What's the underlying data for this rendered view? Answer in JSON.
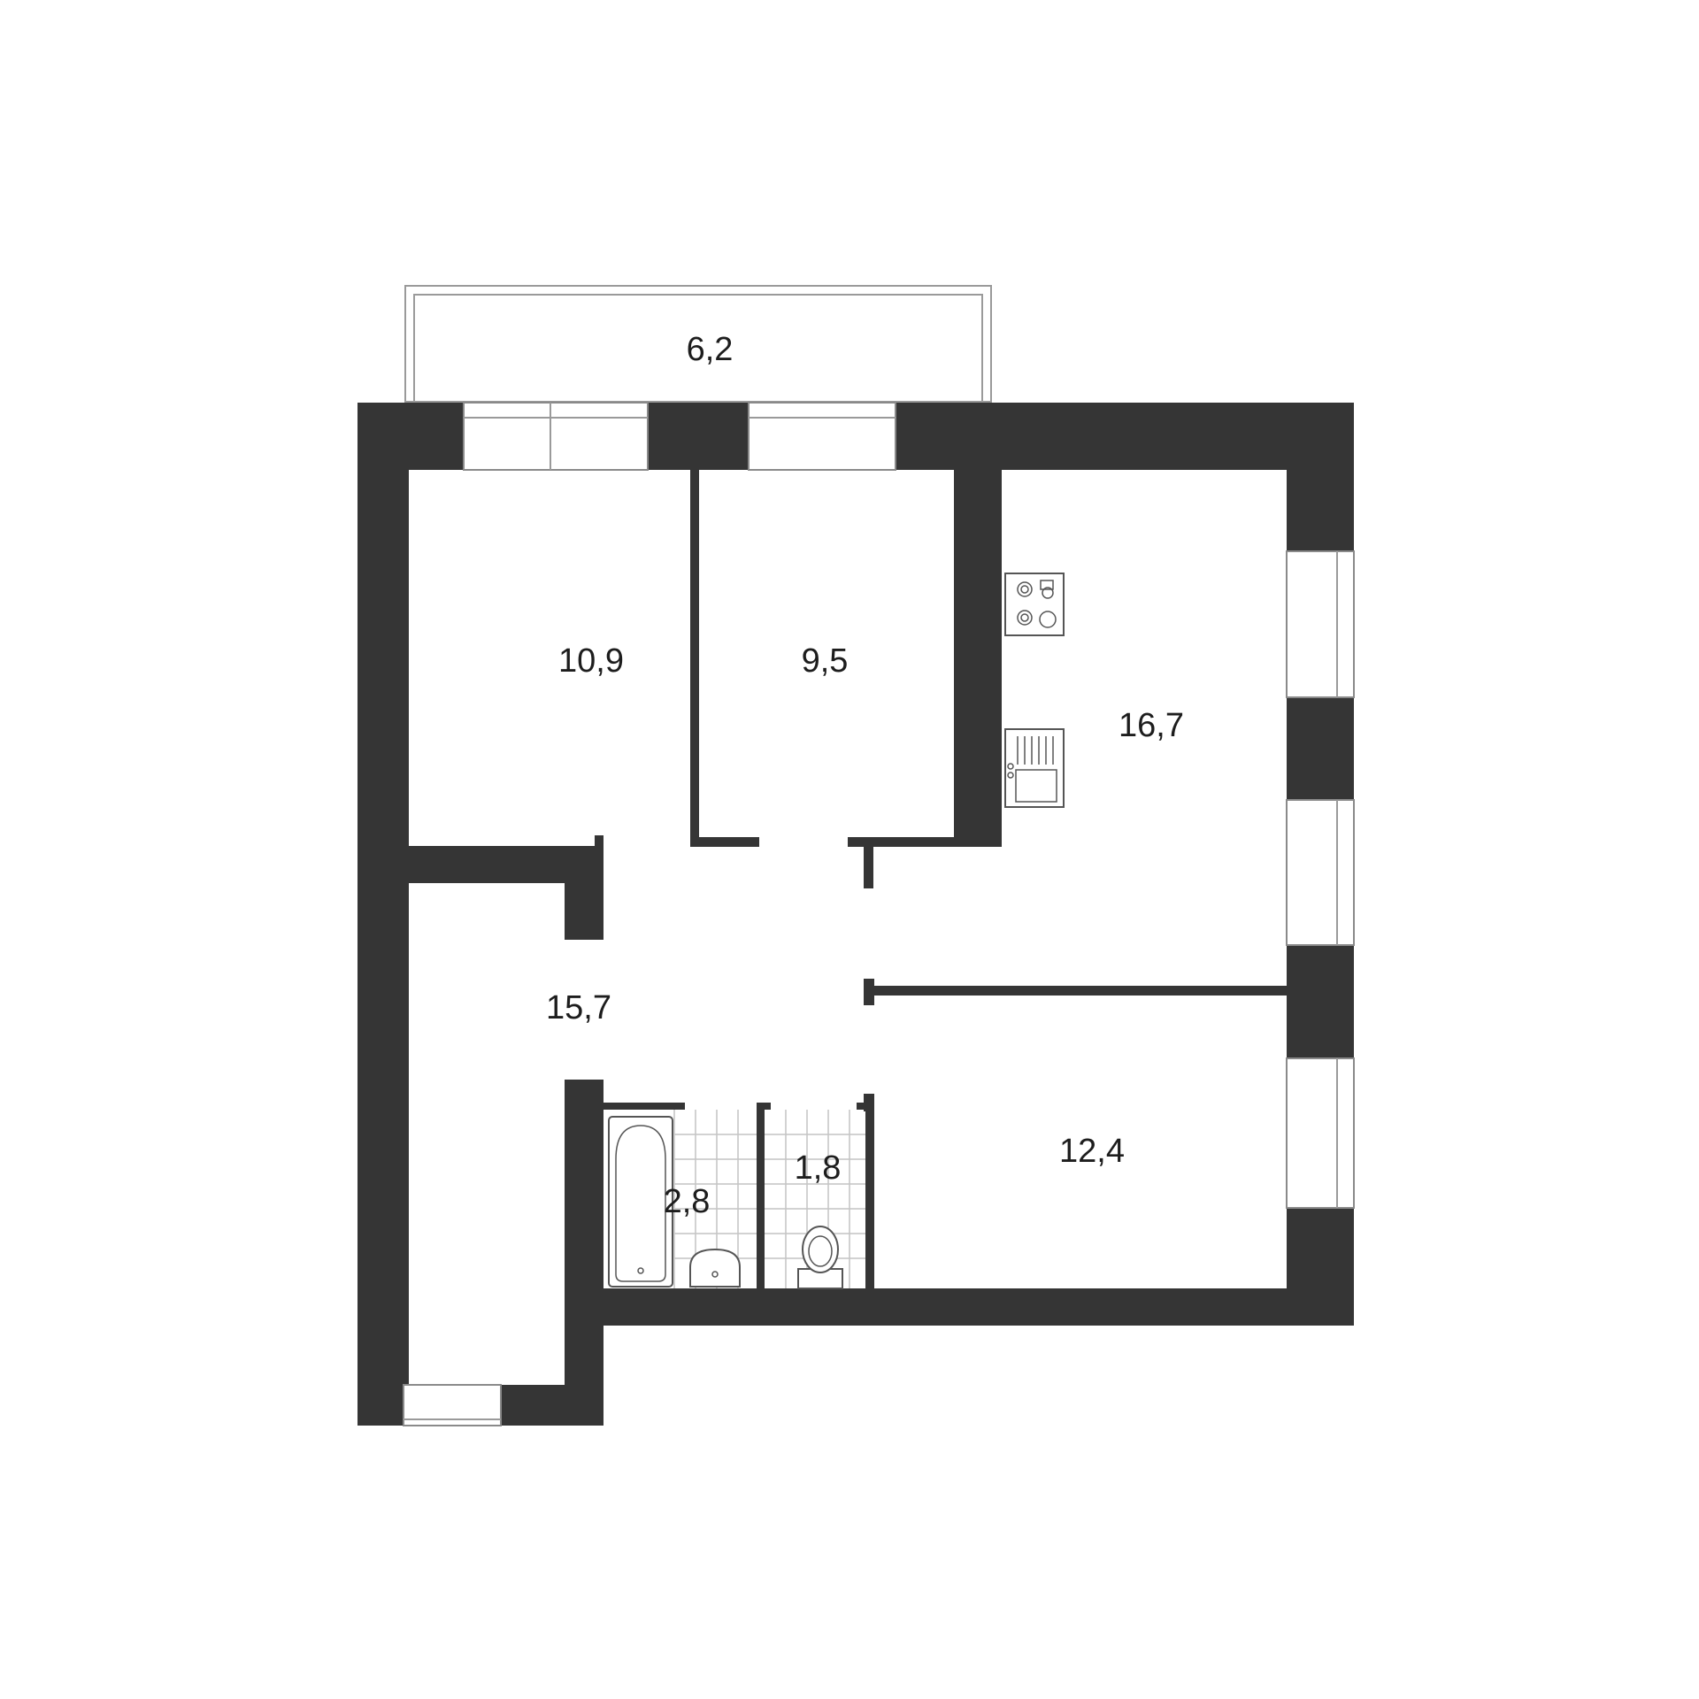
{
  "plan": {
    "rooms": [
      {
        "id": "balcony",
        "area": "6,2"
      },
      {
        "id": "bedroom-left",
        "area": "10,9"
      },
      {
        "id": "bedroom-middle",
        "area": "9,5"
      },
      {
        "id": "kitchen",
        "area": "16,7"
      },
      {
        "id": "hall",
        "area": "15,7"
      },
      {
        "id": "bathroom",
        "area": "2,8"
      },
      {
        "id": "toilet",
        "area": "1,8"
      },
      {
        "id": "room-right",
        "area": "12,4"
      }
    ]
  }
}
